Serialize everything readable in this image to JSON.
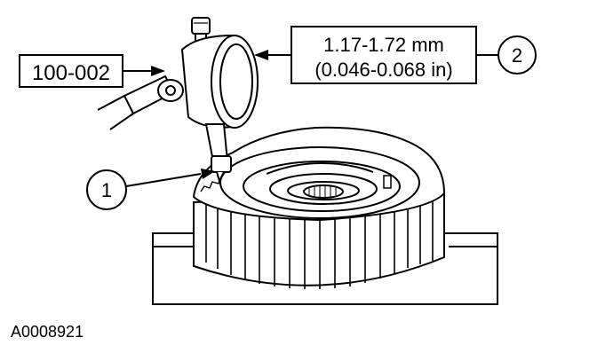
{
  "figure": {
    "tool_callout": "100-002",
    "spec_metric": "1.17-1.72 mm",
    "spec_imperial": "(0.046-0.068 in)",
    "marker_1": "1",
    "marker_2": "2",
    "figure_id": "A0008921"
  },
  "colors": {
    "ink": "#000000",
    "paper": "#ffffff"
  }
}
